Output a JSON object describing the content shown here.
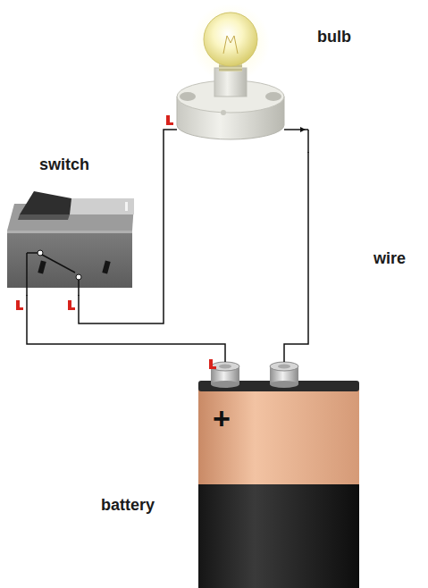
{
  "diagram": {
    "nodes": [
      {
        "text": [
          "bulb"
        ]
      },
      {
        "text": [
          "switch"
        ]
      },
      {
        "text": [
          "+",
          "battery"
        ]
      }
    ],
    "edges": [
      {
        "from": 1,
        "to": 0,
        "arrow": "none"
      },
      {
        "from": 0,
        "to": 2,
        "arrow": "none",
        "label": "wire"
      },
      {
        "from": 1,
        "to": 2,
        "arrow": "none"
      }
    ]
  }
}
